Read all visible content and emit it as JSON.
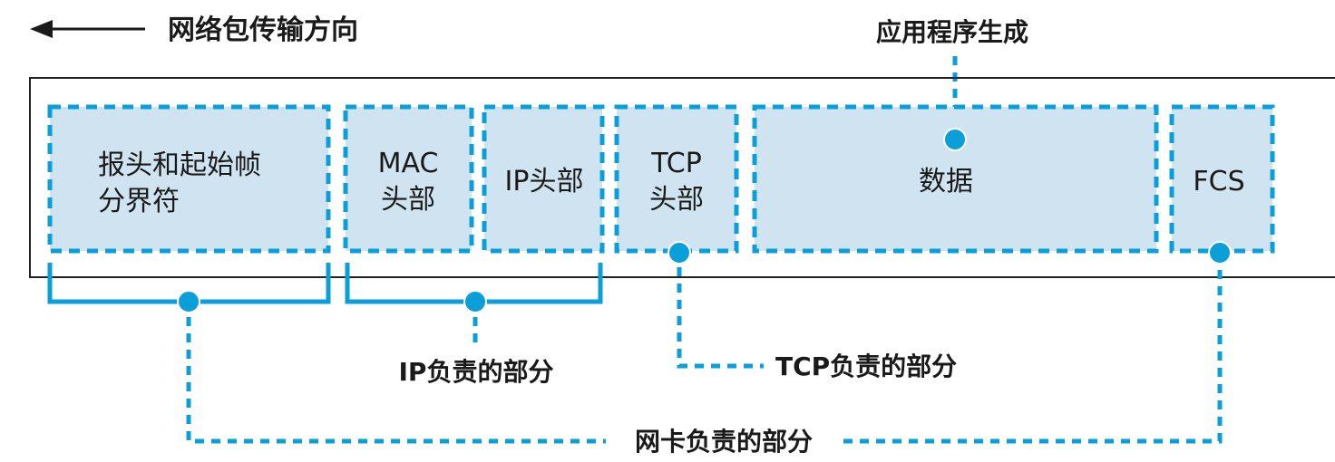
{
  "direction": {
    "label": "网络包传输方向",
    "arrow": "left-arrow-icon"
  },
  "app_label": "应用程序生成",
  "segments": [
    {
      "id": "preamble",
      "lines": [
        "报头和起始帧",
        "分界符"
      ]
    },
    {
      "id": "mac",
      "lines": [
        "MAC",
        "头部"
      ]
    },
    {
      "id": "ip",
      "lines": [
        "IP头部"
      ]
    },
    {
      "id": "tcp",
      "lines": [
        "TCP",
        "头部"
      ]
    },
    {
      "id": "data",
      "lines": [
        "数据"
      ]
    },
    {
      "id": "fcs",
      "lines": [
        "FCS"
      ]
    }
  ],
  "responsibilities": {
    "ip": "IP负责的部分",
    "tcp": "TCP负责的部分",
    "nic": "网卡负责的部分"
  },
  "colors": {
    "accent": "#0a9fd8",
    "segment_fill": "#cfe4f0",
    "frame_border": "#222222",
    "text": "#1a1a1a"
  }
}
